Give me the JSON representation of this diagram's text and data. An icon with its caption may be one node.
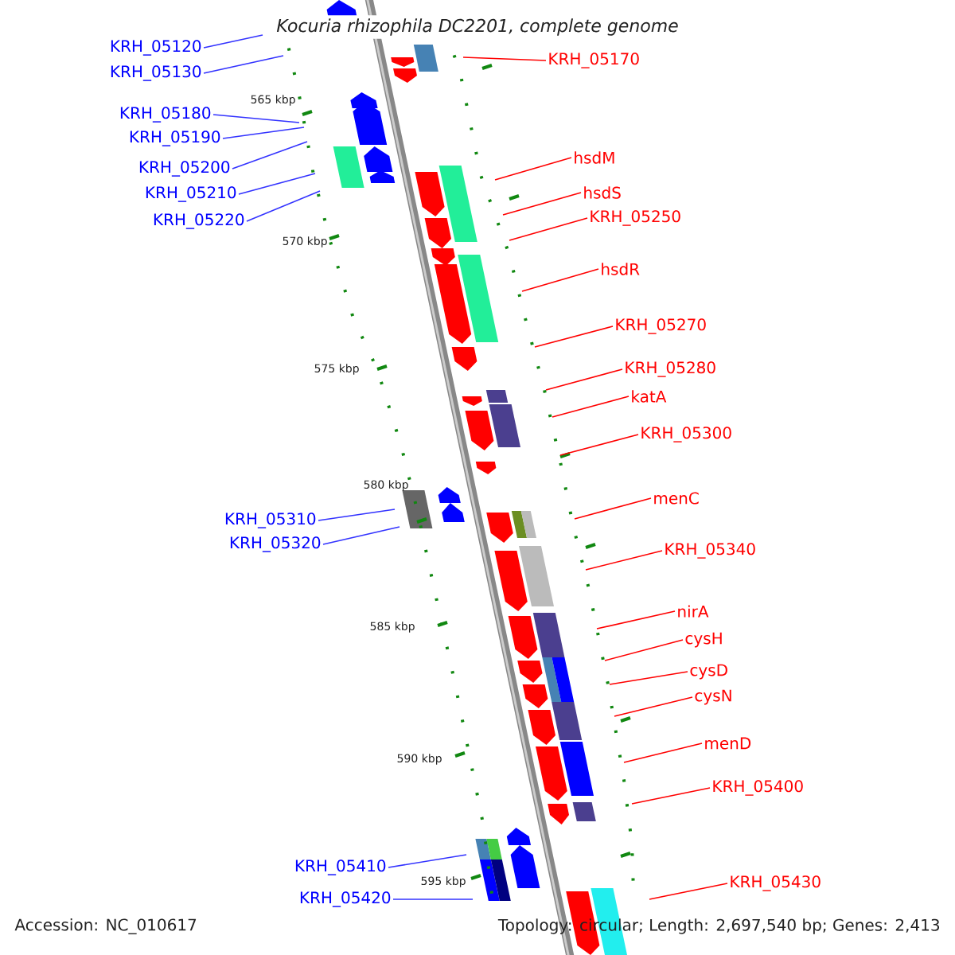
{
  "diagram": {
    "title": "Kocuria rhizophila DC2201, complete genome",
    "nodes": [
      {
        "text": [
          "KRH_05120"
        ]
      },
      {
        "text": [
          "KRH_05130"
        ]
      },
      {
        "text": [
          "KRH_05180"
        ]
      },
      {
        "text": [
          "KRH_05190"
        ]
      },
      {
        "text": [
          "KRH_05200"
        ]
      },
      {
        "text": [
          "KRH_05210"
        ]
      },
      {
        "text": [
          "KRH_05220"
        ]
      },
      {
        "text": [
          "KRH_05310"
        ]
      },
      {
        "text": [
          "KRH_05320"
        ]
      },
      {
        "text": [
          "KRH_05410"
        ]
      },
      {
        "text": [
          "KRH_05420"
        ]
      },
      {
        "text": [
          "KRH_05170"
        ]
      },
      {
        "text": [
          "hsdM"
        ]
      },
      {
        "text": [
          "hsdS"
        ]
      },
      {
        "text": [
          "KRH_05250"
        ]
      },
      {
        "text": [
          "hsdR"
        ]
      },
      {
        "text": [
          "KRH_05270"
        ]
      },
      {
        "text": [
          "KRH_05280"
        ]
      },
      {
        "text": [
          "katA"
        ]
      },
      {
        "text": [
          "KRH_05300"
        ]
      },
      {
        "text": [
          "menC"
        ]
      },
      {
        "text": [
          "KRH_05340"
        ]
      },
      {
        "text": [
          "nirA"
        ]
      },
      {
        "text": [
          "cysH"
        ]
      },
      {
        "text": [
          "cysD"
        ]
      },
      {
        "text": [
          "cysN"
        ]
      },
      {
        "text": [
          "menD"
        ]
      },
      {
        "text": [
          "KRH_05400"
        ]
      },
      {
        "text": [
          "KRH_05430"
        ]
      }
    ],
    "edges": [
      {
        "from": 0,
        "to": null,
        "arrow": "none",
        "color": "#3333ff"
      },
      {
        "from": 1,
        "to": null,
        "arrow": "none",
        "color": "#3333ff"
      },
      {
        "from": 2,
        "to": null,
        "arrow": "none",
        "color": "#3333ff"
      },
      {
        "from": 3,
        "to": null,
        "arrow": "none",
        "color": "#3333ff"
      },
      {
        "from": 4,
        "to": null,
        "arrow": "none",
        "color": "#3333ff"
      },
      {
        "from": 5,
        "to": null,
        "arrow": "none",
        "color": "#3333ff"
      },
      {
        "from": 6,
        "to": null,
        "arrow": "none",
        "color": "#3333ff"
      },
      {
        "from": 7,
        "to": null,
        "arrow": "none",
        "color": "#3333ff"
      },
      {
        "from": 8,
        "to": null,
        "arrow": "none",
        "color": "#3333ff"
      },
      {
        "from": 9,
        "to": null,
        "arrow": "none",
        "color": "#3333ff"
      },
      {
        "from": 10,
        "to": null,
        "arrow": "none",
        "color": "#3333ff"
      },
      {
        "from": 11,
        "to": null,
        "arrow": "none"
      },
      {
        "from": 12,
        "to": null,
        "arrow": "none"
      },
      {
        "from": 13,
        "to": null,
        "arrow": "none"
      },
      {
        "from": 14,
        "to": null,
        "arrow": "none"
      },
      {
        "from": 15,
        "to": null,
        "arrow": "none"
      },
      {
        "from": 16,
        "to": null,
        "arrow": "none"
      },
      {
        "from": 17,
        "to": null,
        "arrow": "none"
      },
      {
        "from": 18,
        "to": null,
        "arrow": "none"
      },
      {
        "from": 19,
        "to": null,
        "arrow": "none"
      },
      {
        "from": 20,
        "to": null,
        "arrow": "none"
      },
      {
        "from": 21,
        "to": null,
        "arrow": "none"
      },
      {
        "from": 22,
        "to": null,
        "arrow": "none"
      },
      {
        "from": 23,
        "to": null,
        "arrow": "none"
      },
      {
        "from": 24,
        "to": null,
        "arrow": "none"
      },
      {
        "from": 25,
        "to": null,
        "arrow": "none"
      },
      {
        "from": 26,
        "to": null,
        "arrow": "none"
      },
      {
        "from": 27,
        "to": null,
        "arrow": "none"
      },
      {
        "from": 28,
        "to": null,
        "arrow": "none"
      }
    ],
    "labels": [
      "565 kbp",
      "570 kbp",
      "575 kbp",
      "580 kbp",
      "585 kbp",
      "590 kbp",
      "595 kbp",
      "Accession: NC_010617",
      "Topology: circular; Length: 2,697,540 bp; Genes: 2,413"
    ]
  }
}
